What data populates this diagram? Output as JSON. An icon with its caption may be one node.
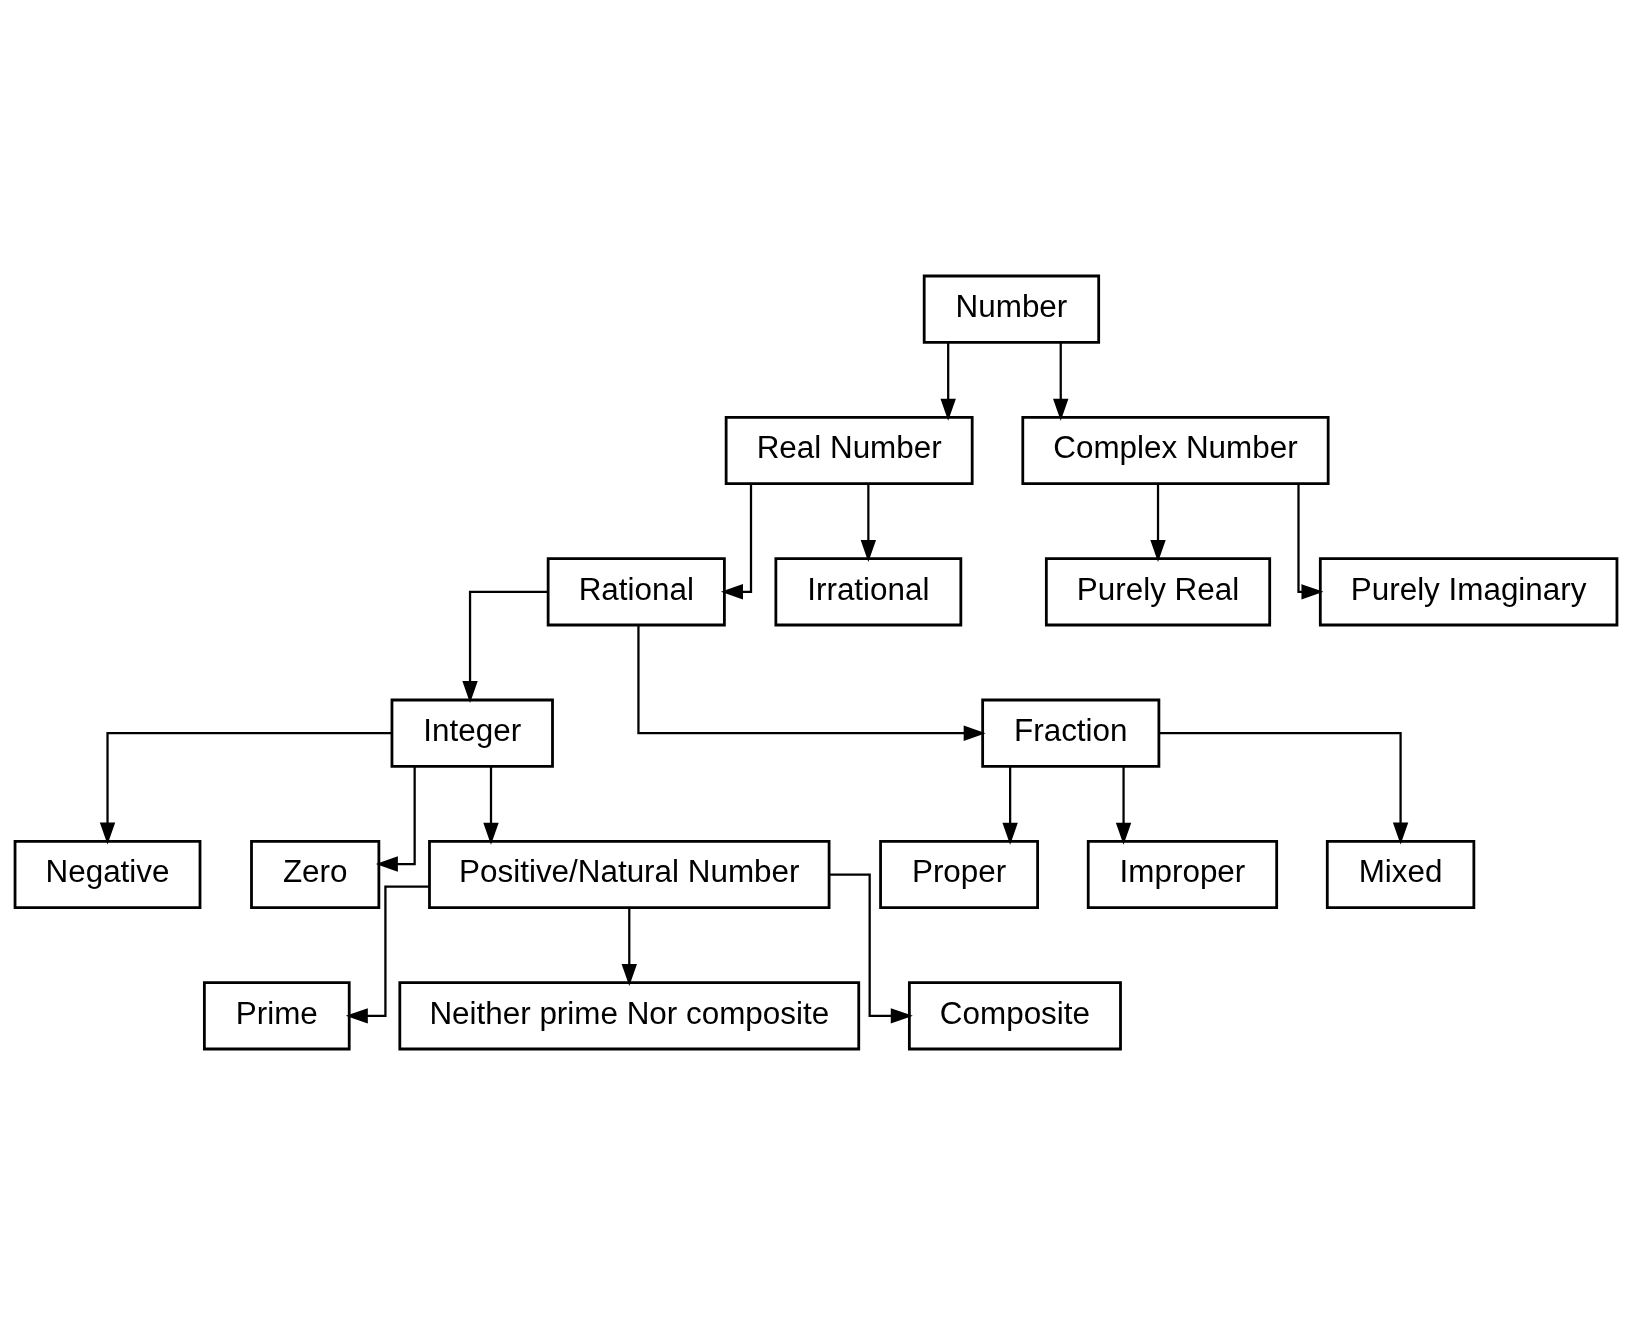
{
  "diagram": {
    "nodes": [
      {
        "text": [
          "Number"
        ]
      },
      {
        "text": [
          "Real Number"
        ]
      },
      {
        "text": [
          "Complex Number"
        ]
      },
      {
        "text": [
          "Rational"
        ]
      },
      {
        "text": [
          "Irrational"
        ]
      },
      {
        "text": [
          "Purely Real"
        ]
      },
      {
        "text": [
          "Purely Imaginary"
        ]
      },
      {
        "text": [
          "Integer"
        ]
      },
      {
        "text": [
          "Fraction"
        ]
      },
      {
        "text": [
          "Negative"
        ]
      },
      {
        "text": [
          "Zero"
        ]
      },
      {
        "text": [
          "Positive/Natural Number"
        ]
      },
      {
        "text": [
          "Proper"
        ]
      },
      {
        "text": [
          "Improper"
        ]
      },
      {
        "text": [
          "Mixed"
        ]
      },
      {
        "text": [
          "Prime"
        ]
      },
      {
        "text": [
          "Neither prime Nor composite"
        ]
      },
      {
        "text": [
          "Composite"
        ]
      }
    ],
    "edges": [
      {
        "from": 0,
        "to": 1,
        "arrow": "to"
      },
      {
        "from": 0,
        "to": 2,
        "arrow": "to"
      },
      {
        "from": 1,
        "to": 3,
        "arrow": "to"
      },
      {
        "from": 1,
        "to": 4,
        "arrow": "to"
      },
      {
        "from": 2,
        "to": 5,
        "arrow": "to"
      },
      {
        "from": 2,
        "to": 6,
        "arrow": "to"
      },
      {
        "from": 3,
        "to": 7,
        "arrow": "to"
      },
      {
        "from": 3,
        "to": 8,
        "arrow": "to"
      },
      {
        "from": 7,
        "to": 9,
        "arrow": "to"
      },
      {
        "from": 7,
        "to": 10,
        "arrow": "to"
      },
      {
        "from": 7,
        "to": 11,
        "arrow": "to"
      },
      {
        "from": 8,
        "to": 12,
        "arrow": "to"
      },
      {
        "from": 8,
        "to": 13,
        "arrow": "to"
      },
      {
        "from": 8,
        "to": 14,
        "arrow": "to"
      },
      {
        "from": 11,
        "to": 15,
        "arrow": "to"
      },
      {
        "from": 11,
        "to": 16,
        "arrow": "to"
      },
      {
        "from": 11,
        "to": 17,
        "arrow": "to"
      }
    ]
  }
}
